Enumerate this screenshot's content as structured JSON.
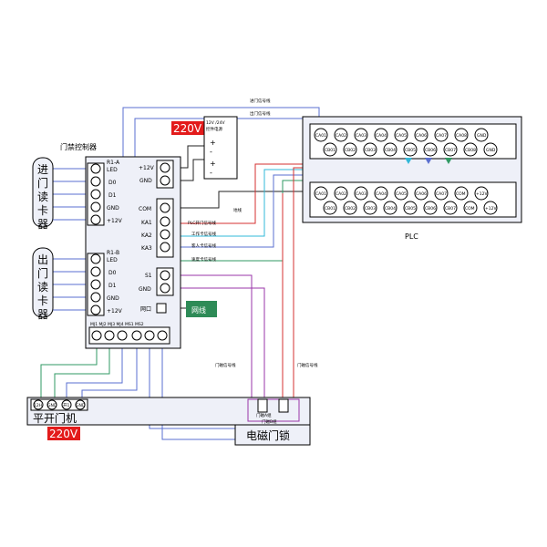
{
  "controller": {
    "title": "门禁控制器",
    "in_block_title": "R1-A",
    "in_pins": [
      "LED",
      "D0",
      "D1",
      "GND",
      "+12V"
    ],
    "out_block_title": "R1-B",
    "out_pins": [
      "LED",
      "D0",
      "D1",
      "GND",
      "+12V"
    ],
    "power_labels": [
      "+12V",
      "GND"
    ],
    "relay_labels": [
      "COM",
      "KA1",
      "KA2",
      "KA3"
    ],
    "switch_labels": [
      "S1",
      "GND"
    ],
    "network_port_label": "网口",
    "network_tag": "网线",
    "bottom_terminals_label": "MJ1 MJ2 MJ3 MJ4 MS1 MS2"
  },
  "entry_reader": {
    "chars": [
      "进",
      "门",
      "读",
      "卡",
      "器"
    ]
  },
  "exit_reader": {
    "chars": [
      "出",
      "门",
      "读",
      "卡",
      "器"
    ]
  },
  "power_supply": {
    "voltage_tag": "220V",
    "title_line1": "12V /24V",
    "title_line2": "控件电源",
    "terminals": [
      "+",
      "-",
      "+",
      "-"
    ]
  },
  "signal_labels": {
    "entry_door": "进门信号线",
    "exit_door": "出门信号线",
    "ground": "地线",
    "plc_open": "PLC开门信号线",
    "work_card": "工作卡信号线",
    "guest_card": "客人卡信号线",
    "speed_card": "速度卡信号线",
    "door_magnet_left": "门磁信号线",
    "door_magnet_right": "门磁信号线"
  },
  "plc": {
    "label": "PLC",
    "top_row_upper": [
      "CA01",
      "CA02",
      "CA03",
      "CA04",
      "CA05",
      "CA06",
      "CA07",
      "CA08",
      "GND"
    ],
    "top_row_lower": [
      "CB01",
      "CB02",
      "CB03",
      "CB04",
      "CB05",
      "CB06",
      "CB07",
      "CB08",
      "GND"
    ],
    "bottom_row_upper": [
      "CA01",
      "CA02",
      "CA03",
      "CA04",
      "CA05",
      "CA06",
      "CA07",
      "COM",
      "+12V"
    ],
    "bottom_row_lower": [
      "CB01",
      "CB02",
      "CB03",
      "CB04",
      "CB05",
      "CB06",
      "CB07",
      "COM",
      "+12V"
    ]
  },
  "gate": {
    "label": "平开门机",
    "voltage_tag": "220V",
    "terminals": [
      "12H",
      "GND",
      "开1",
      "GND"
    ]
  },
  "lock": {
    "label": "电磁门锁",
    "wire_tag_1": "门磁A组",
    "wire_tag_2": "门磁B组"
  },
  "colors": {
    "red_tag": "#e31b1b",
    "green_tag": "#2e8b57",
    "wire_blue": "#5a6fd0",
    "wire_red": "#d63030",
    "wire_green": "#2f9a63",
    "wire_purple": "#9a36a8",
    "wire_cyan": "#30b8d8",
    "wire_black": "#222222"
  }
}
